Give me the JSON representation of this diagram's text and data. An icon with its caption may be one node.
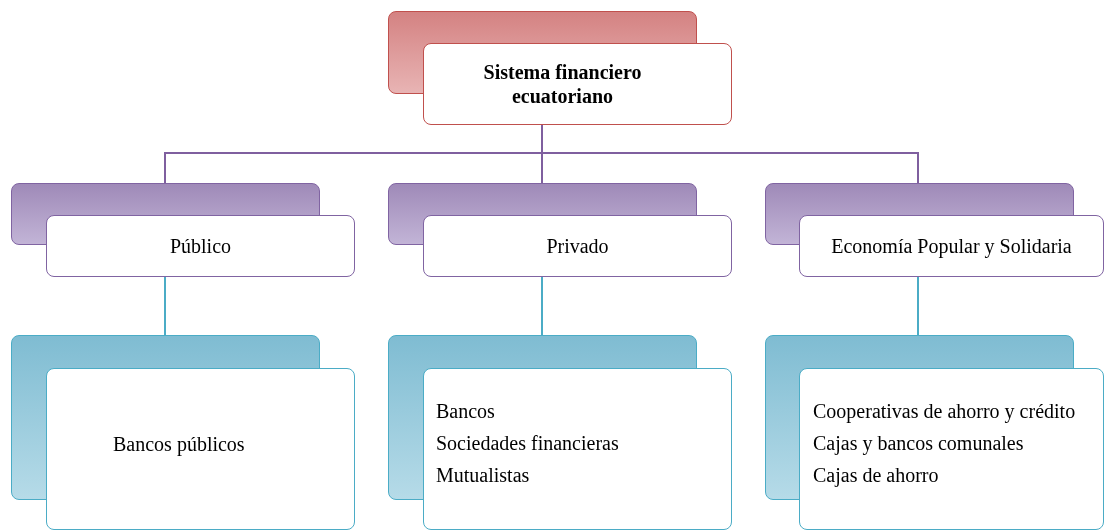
{
  "diagram": {
    "nodes": [
      {
        "text": [
          "Sistema financiero ecuatoriano"
        ]
      },
      {
        "text": [
          "Público"
        ]
      },
      {
        "text": [
          "Privado"
        ]
      },
      {
        "text": [
          "Economía Popular y Solidaria"
        ]
      },
      {
        "text": [
          "Bancos públicos"
        ]
      },
      {
        "text": [
          "Bancos",
          "Sociedades financieras",
          "Mutualistas"
        ]
      },
      {
        "text": [
          "Cooperativas de ahorro y crédito",
          "Cajas y bancos comunales",
          "Cajas de ahorro"
        ]
      }
    ],
    "edges": [
      {
        "from": 0,
        "to": 1,
        "arrow": "none"
      },
      {
        "from": 0,
        "to": 2,
        "arrow": "none"
      },
      {
        "from": 0,
        "to": 3,
        "arrow": "none"
      },
      {
        "from": 1,
        "to": 4,
        "arrow": "none",
        "color": "#4bacc6"
      },
      {
        "from": 2,
        "to": 5,
        "arrow": "none",
        "color": "#4bacc6"
      },
      {
        "from": 3,
        "to": 6,
        "arrow": "none",
        "color": "#4bacc6"
      }
    ]
  }
}
